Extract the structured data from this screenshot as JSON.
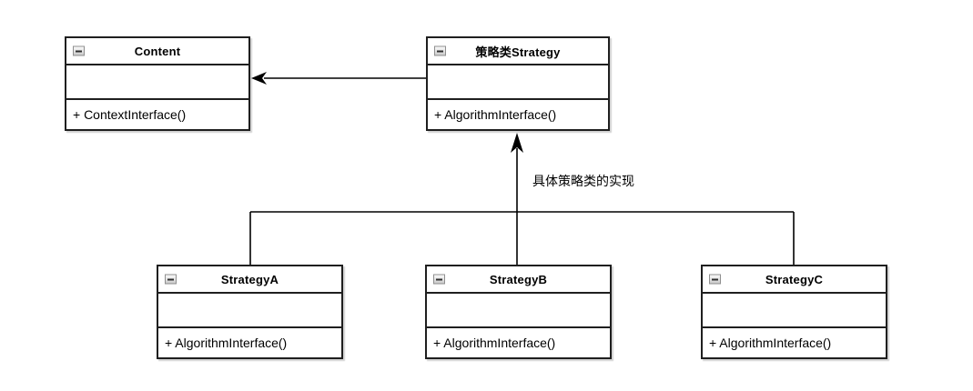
{
  "diagram": {
    "type": "uml-class-diagram",
    "pattern": "Strategy",
    "edge_label": "具体策略类的实现",
    "classes": [
      {
        "title": "Content",
        "method": "+ ContextInterface()"
      },
      {
        "title": "策略类Strategy",
        "method": "+ AlgorithmInterface()"
      },
      {
        "title": "StrategyA",
        "method": "+ AlgorithmInterface()"
      },
      {
        "title": "StrategyB",
        "method": "+ AlgorithmInterface()"
      },
      {
        "title": "StrategyC",
        "method": "+ AlgorithmInterface()"
      }
    ],
    "icons": {
      "collapse": "minus-square"
    },
    "colors": {
      "background": "#ffffff",
      "box_fill": "#ffffff",
      "box_border": "#1f1f1f",
      "line": "#000000",
      "text": "#000000"
    }
  }
}
